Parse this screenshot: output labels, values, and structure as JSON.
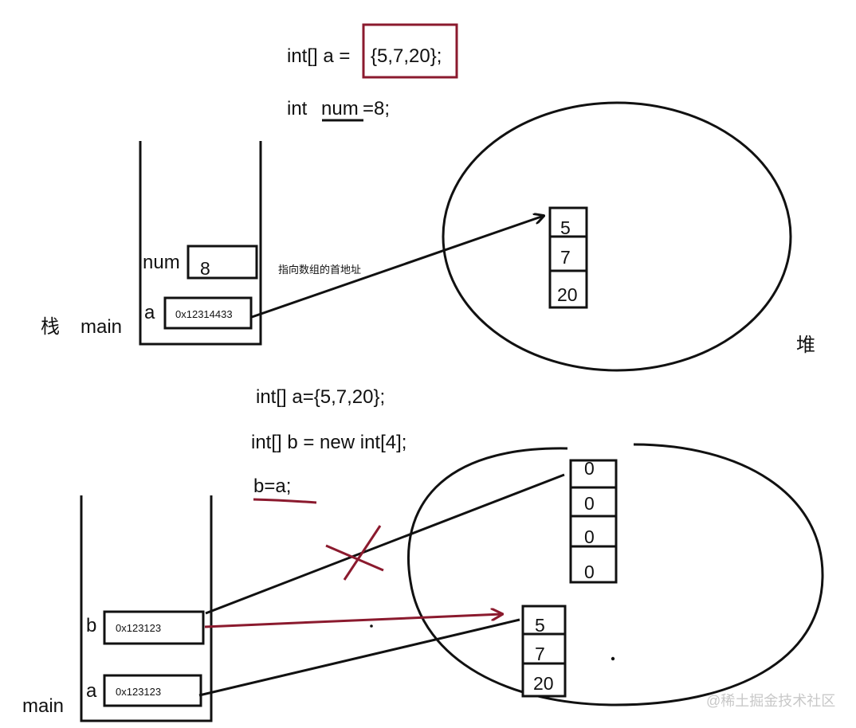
{
  "top": {
    "code_line1_prefix": "int[] a = ",
    "code_line1_highlight": "{5,7,20};",
    "code_line2_prefix": "int ",
    "code_line2_var": "num",
    "code_line2_suffix": "=8;",
    "stack_label": "栈",
    "frame_label": "main",
    "num_label": "num",
    "num_value": "8",
    "a_label": "a",
    "a_value": "0x12314433",
    "pointer_note": "指向数组的首地址",
    "heap_label": "堆",
    "array_cells": [
      "5",
      "7",
      "20"
    ]
  },
  "bottom": {
    "code_line1": "int[] a={5,7,20};",
    "code_line2": "int[] b = new int[4];",
    "code_line3": "b=a;",
    "frame_label": "main",
    "b_label": "b",
    "b_value": "0x123123",
    "a_label": "a",
    "a_value": "0x123123",
    "new_array_cells": [
      "0",
      "0",
      "0",
      "0"
    ],
    "array_cells": [
      "5",
      "7",
      "20"
    ]
  },
  "watermark": "@稀土掘金技术社区",
  "colors": {
    "ink": "#111111",
    "highlight": "#8b1a2e",
    "watermark": "#c8c8c8"
  }
}
